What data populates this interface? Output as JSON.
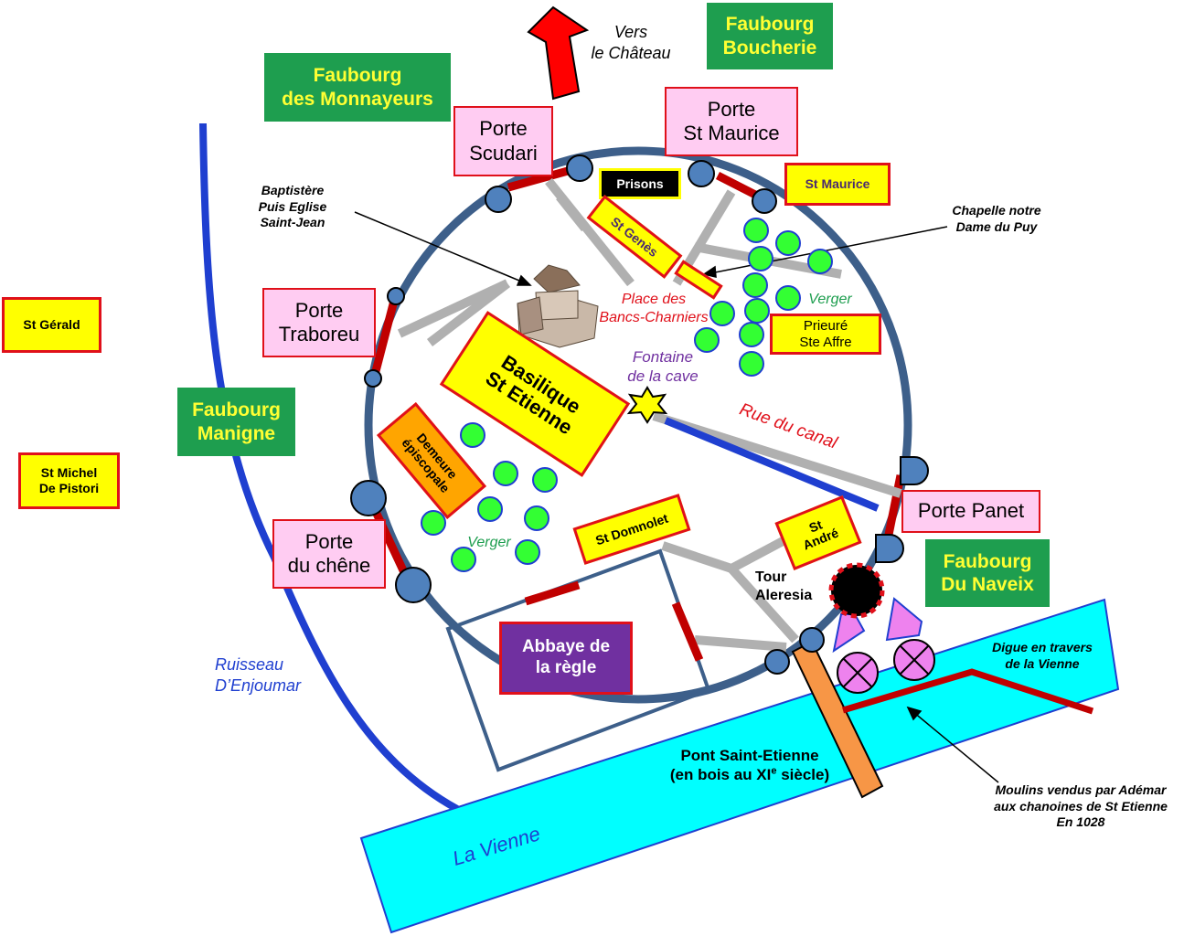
{
  "faubourgs": {
    "boucherie": [
      "Faubourg",
      "Boucherie"
    ],
    "monnayeurs": [
      "Faubourg",
      "des Monnayeurs"
    ],
    "manigne": [
      "Faubourg",
      "Manigne"
    ],
    "naveix": [
      "Faubourg",
      "Du Naveix"
    ]
  },
  "portes": {
    "scudari": [
      "Porte",
      "Scudari"
    ],
    "st_maurice": [
      "Porte",
      "St Maurice"
    ],
    "traboreu": [
      "Porte",
      "Traboreu"
    ],
    "chene": [
      "Porte",
      "du chêne"
    ],
    "panet": "Porte Panet"
  },
  "churches": {
    "st_gerald": "St Gérald",
    "st_michel": [
      "St Michel",
      "De Pistori"
    ],
    "st_maurice": "St Maurice",
    "st_genes": "St Genès",
    "prieure": [
      "Prieuré",
      "Ste Affre"
    ],
    "basilique": [
      "Basilique",
      "St Etienne"
    ],
    "demeure": [
      "Demeure",
      "épiscopale"
    ],
    "st_domnolet": "St Domnolet",
    "st_andre": [
      "St",
      "André"
    ],
    "abbaye": [
      "Abbaye de",
      "la règle"
    ],
    "prisons": "Prisons"
  },
  "annotations": {
    "vers_chateau": [
      "Vers",
      "le Château"
    ],
    "baptistere": [
      "Baptistère",
      "Puis Eglise",
      "Saint-Jean"
    ],
    "chapelle": [
      "Chapelle notre",
      "Dame du Puy"
    ],
    "place": [
      "Place des",
      "Bancs-Charniers"
    ],
    "fontaine": [
      "Fontaine",
      "de la cave"
    ],
    "rue_canal": "Rue du canal",
    "verger_1": "Verger",
    "verger_2": "Verger",
    "tour": [
      "Tour",
      "Aleresia"
    ],
    "digue": [
      "Digue en travers",
      "de la Vienne"
    ],
    "moulins": [
      "Moulins vendus par Adémar",
      "aux chanoines de St Etienne",
      "En 1028"
    ],
    "pont_line1": "Pont Saint-Etienne",
    "pont_line2_a": "(en bois au XI",
    "pont_line2_sup": "e",
    "pont_line2_b": " siècle)",
    "ruisseau": [
      "Ruisseau",
      "D’Enjoumar"
    ],
    "vienne": "La Vienne"
  },
  "colors": {
    "faubourg_bg": "#1e9e4f",
    "faubourg_text": "#ffff33",
    "porte_bg": "#ffccf2",
    "church_bg": "#ffff00",
    "border_red": "#e0101a",
    "wall": "#3d5f8a",
    "river": "#00ffff",
    "stream": "#1f3fd0",
    "street": "#b0b0b0",
    "abbaye_bg": "#7030a0",
    "demeure_bg": "#ffa500"
  }
}
